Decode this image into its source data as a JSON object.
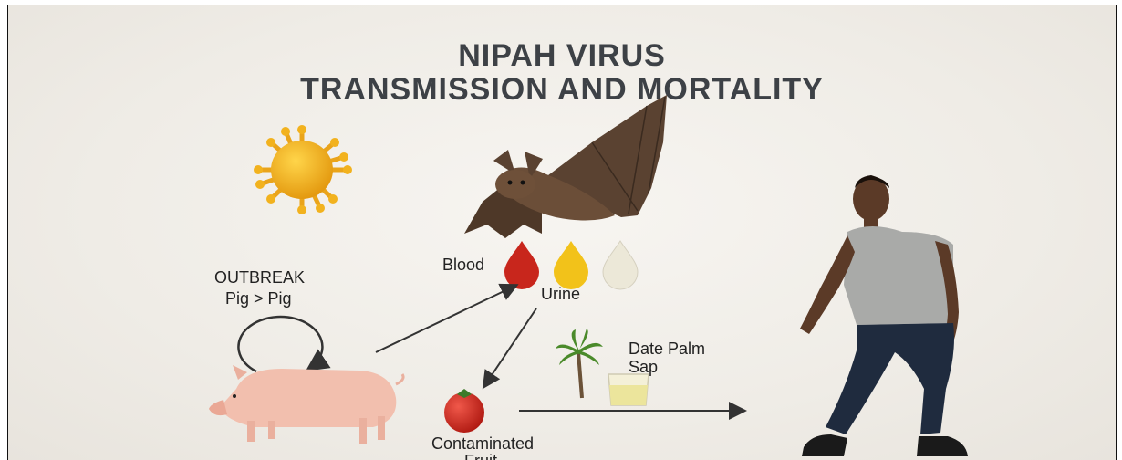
{
  "title": {
    "line1": "NIPAH VIRUS",
    "line2": "TRANSMISSION AND MORTALITY"
  },
  "labels": {
    "outbreak_line1": "OUTBREAK",
    "outbreak_line2": "Pig > Pig",
    "blood": "Blood",
    "urine": "Urine",
    "date_palm_line1": "Date Palm",
    "date_palm_line2": "Sap",
    "contaminated_line1": "Contaminated",
    "contaminated_line2": "Fruit"
  },
  "colors": {
    "virus": "#f2b21e",
    "bat": "#5a4231",
    "blood_drop": "#c8261c",
    "urine_drop": "#f2c21a",
    "clear_drop": "#ece8d8",
    "pig": "#f2bfae",
    "tomato": "#d8281c",
    "shirt": "#a9aaa8",
    "jeans": "#1f2b3e",
    "skin": "#5b3a27"
  },
  "icons": [
    "virus-icon",
    "bat-icon",
    "blood-drop-icon",
    "urine-drop-icon",
    "clear-drop-icon",
    "pig-icon",
    "tomato-icon",
    "palm-tree-icon",
    "sap-glass-icon",
    "person-walking-icon",
    "cycle-arrow-icon"
  ]
}
